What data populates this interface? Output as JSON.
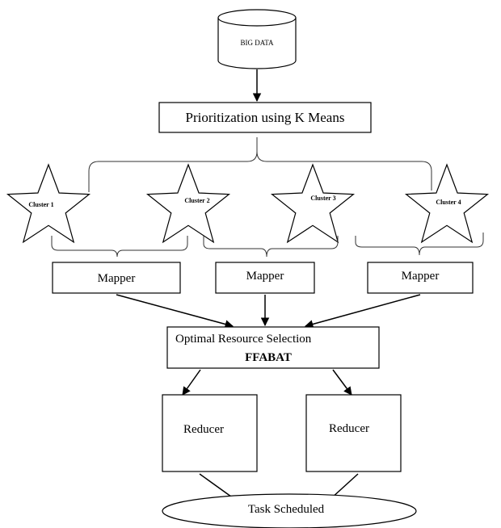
{
  "nodes": {
    "big_data": "BIG DATA",
    "prioritization": "Prioritization using K Means",
    "clusters": [
      "Cluster 1",
      "Cluster 2",
      "Cluster 3",
      "Cluster 4"
    ],
    "mappers": [
      "Mapper",
      "Mapper",
      "Mapper"
    ],
    "optimal": "Optimal Resource Selection",
    "ffabat": "FFABAT",
    "reducers": [
      "Reducer",
      "Reducer"
    ],
    "task": "Task Scheduled"
  }
}
